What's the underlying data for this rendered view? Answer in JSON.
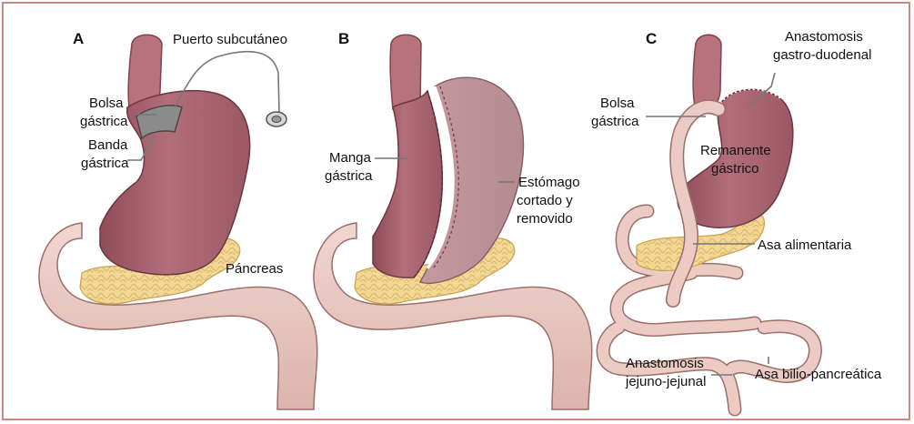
{
  "panels": {
    "a": {
      "letter": "A",
      "labels": {
        "port": "Puerto subcutáneo",
        "pouch_1": "Bolsa",
        "pouch_2": "gástrica",
        "band_1": "Banda",
        "band_2": "gástrica",
        "pancreas": "Páncreas"
      }
    },
    "b": {
      "letter": "B",
      "labels": {
        "sleeve_1": "Manga",
        "sleeve_2": "gástrica",
        "removed_1": "Estómago",
        "removed_2": "cortado y",
        "removed_3": "removido"
      }
    },
    "c": {
      "letter": "C",
      "labels": {
        "anast_gd_1": "Anastomosis",
        "anast_gd_2": "gastro-duodenal",
        "pouch_1": "Bolsa",
        "pouch_2": "gástrica",
        "remnant_1": "Remanente",
        "remnant_2": "gástrico",
        "alimentary": "Asa alimentaria",
        "anast_jj_1": "Anastomosis",
        "anast_jj_2": "jejuno-jejunal",
        "biliopancreatic": "Asa bilio-pancreática"
      }
    }
  },
  "colors": {
    "frame": "#c98a86",
    "stomach": "#a8636f",
    "stomach_light": "#c98e96",
    "esophagus": "#b8727c",
    "intestine": "#e9c7c0",
    "intestine_outline": "#9b6f6a",
    "pancreas": "#f0d48e",
    "band": "#7a7a7a"
  }
}
